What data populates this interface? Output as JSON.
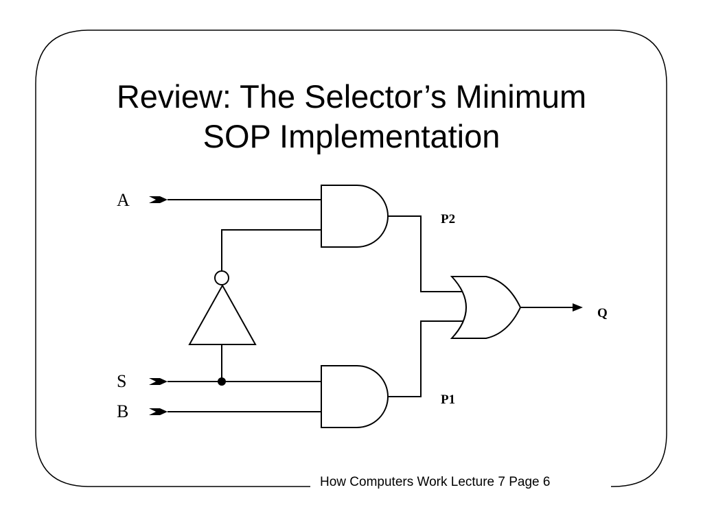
{
  "slide": {
    "title_line1": "Review: The Selector’s Minimum",
    "title_line2": "SOP Implementation",
    "footer": "How Computers Work Lecture 7 Page 6"
  },
  "circuit": {
    "inputs": {
      "a": "A",
      "s": "S",
      "b": "B"
    },
    "nodes": {
      "p2": "P2",
      "p1": "P1"
    },
    "output": "Q"
  }
}
